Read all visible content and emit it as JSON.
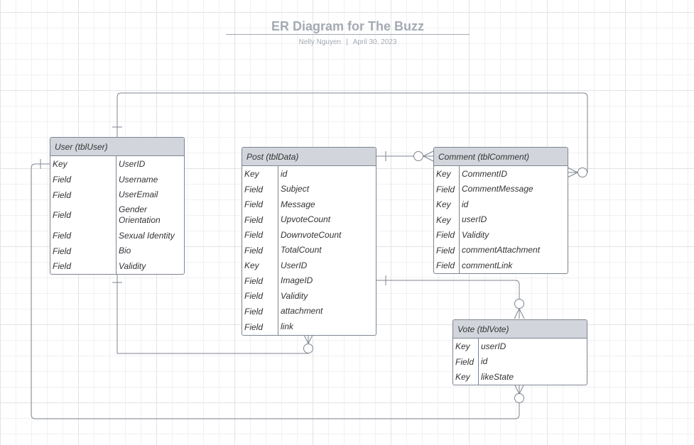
{
  "header": {
    "title": "ER Diagram for The Buzz",
    "author": "Nelly Nguyen",
    "separator": "|",
    "date": "April 30, 2023"
  },
  "colors": {
    "connector": "#7d8590",
    "entity_header": "#d2d6dc",
    "title_text": "#a4aab3",
    "grid": "#e3e3e3"
  },
  "entities": {
    "user": {
      "title": "User (tblUser)",
      "rows": [
        {
          "kind": "Key",
          "name": "UserID"
        },
        {
          "kind": "Field",
          "name": "Username"
        },
        {
          "kind": "Field",
          "name": "UserEmail"
        },
        {
          "kind": "Field",
          "name": "Gender\nOrientation"
        },
        {
          "kind": "Field",
          "name": "Sexual Identity"
        },
        {
          "kind": "Field",
          "name": "Bio"
        },
        {
          "kind": "Field",
          "name": "Validity"
        }
      ]
    },
    "post": {
      "title": "Post (tblData)",
      "rows": [
        {
          "kind": "Key",
          "name": "id"
        },
        {
          "kind": "Field",
          "name": "Subject"
        },
        {
          "kind": "Field",
          "name": "Message"
        },
        {
          "kind": "Field",
          "name": "UpvoteCount"
        },
        {
          "kind": "Field",
          "name": "DownvoteCount"
        },
        {
          "kind": "Field",
          "name": "TotalCount"
        },
        {
          "kind": "Key",
          "name": "UserID"
        },
        {
          "kind": "Field",
          "name": "ImageID"
        },
        {
          "kind": "Field",
          "name": "Validity"
        },
        {
          "kind": "Field",
          "name": "attachment"
        },
        {
          "kind": "Field",
          "name": "link"
        }
      ]
    },
    "comment": {
      "title": "Comment (tblComment)",
      "rows": [
        {
          "kind": "Key",
          "name": "CommentID"
        },
        {
          "kind": "Field",
          "name": "CommentMessage"
        },
        {
          "kind": "Key",
          "name": "id"
        },
        {
          "kind": "Key",
          "name": "userID"
        },
        {
          "kind": "Field",
          "name": "Validity"
        },
        {
          "kind": "Field",
          "name": "commentAttachment"
        },
        {
          "kind": "Field",
          "name": "commentLink"
        }
      ]
    },
    "vote": {
      "title": "Vote (tblVote)",
      "rows": [
        {
          "kind": "Key",
          "name": "userID"
        },
        {
          "kind": "Field",
          "name": "id"
        },
        {
          "kind": "Key",
          "name": "likeState"
        }
      ]
    }
  },
  "relationships": [
    {
      "from": "User (tblUser)",
      "from_cardinality": "one",
      "to": "Comment (tblComment)",
      "to_cardinality": "zero-or-many"
    },
    {
      "from": "User (tblUser)",
      "from_cardinality": "one",
      "to": "Post (tblData)",
      "to_cardinality": "zero-or-many"
    },
    {
      "from": "Post (tblData)",
      "from_cardinality": "one",
      "to": "Comment (tblComment)",
      "to_cardinality": "zero-or-many"
    },
    {
      "from": "Post (tblData)",
      "from_cardinality": "one",
      "to": "Vote (tblVote)",
      "to_cardinality": "zero-or-many"
    },
    {
      "from": "User (tblUser)",
      "from_cardinality": "one",
      "to": "Vote (tblVote)",
      "to_cardinality": "zero-or-many"
    }
  ]
}
